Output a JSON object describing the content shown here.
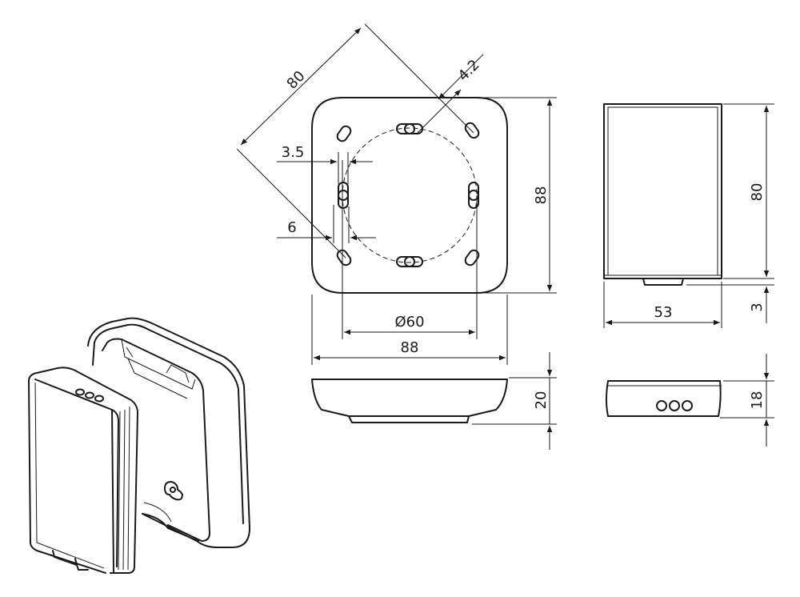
{
  "colors": {
    "line": "#1a1a1a",
    "background": "#ffffff"
  },
  "dimensions": {
    "top_width": "88",
    "top_height": "88",
    "hole_circle": "Ø60",
    "diagonal": "80",
    "slot_hole": "4.2",
    "slot_width": "3.5",
    "slot_offset": "6",
    "front_width": "53",
    "front_height": "80",
    "front_lip": "3",
    "base_thickness": "20",
    "cover_thickness": "18"
  }
}
